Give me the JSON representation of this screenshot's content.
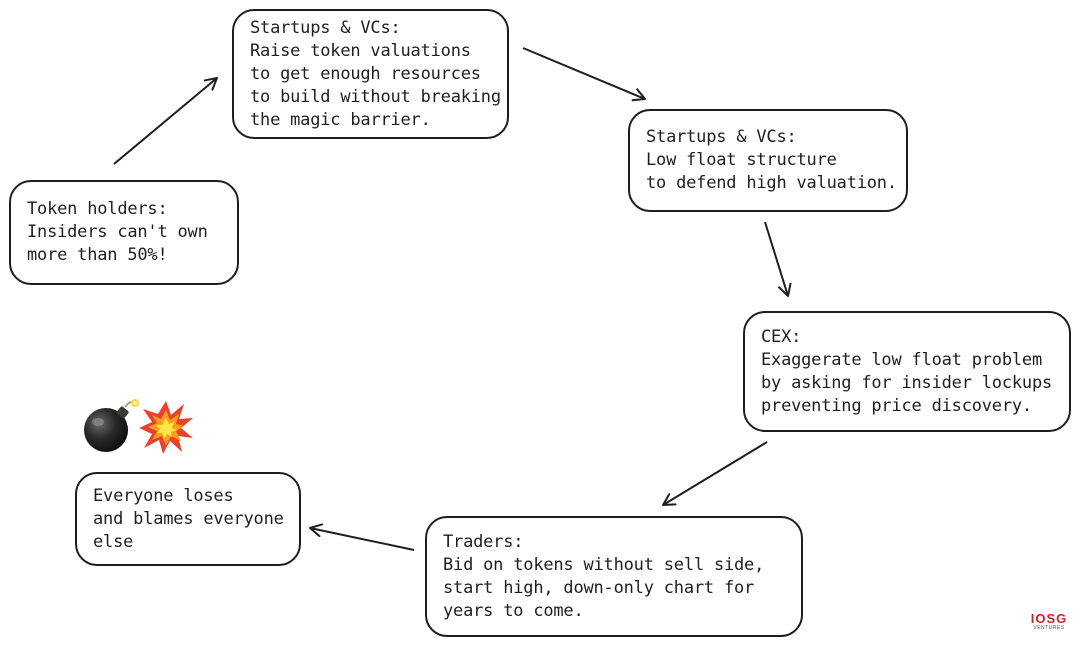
{
  "nodes": {
    "token_holders": "Token holders:\nInsiders can't own\nmore than 50%!",
    "startups_raise": "Startups & VCs:\nRaise token valuations\nto get enough resources\nto build without breaking\nthe magic barrier.",
    "startups_low_float": "Startups & VCs:\nLow float structure\nto defend high valuation.",
    "cex": "CEX:\nExaggerate low float problem\nby asking for insider lockups\npreventing price discovery.",
    "traders": "Traders:\nBid on tokens without sell side,\nstart high, down-only chart for\nyears to come.",
    "everyone_loses": "Everyone loses\nand blames everyone\nelse"
  },
  "icons": [
    "bomb-icon",
    "explosion-icon"
  ],
  "logo": {
    "main": "IOSG",
    "sub": "VENTURES"
  }
}
